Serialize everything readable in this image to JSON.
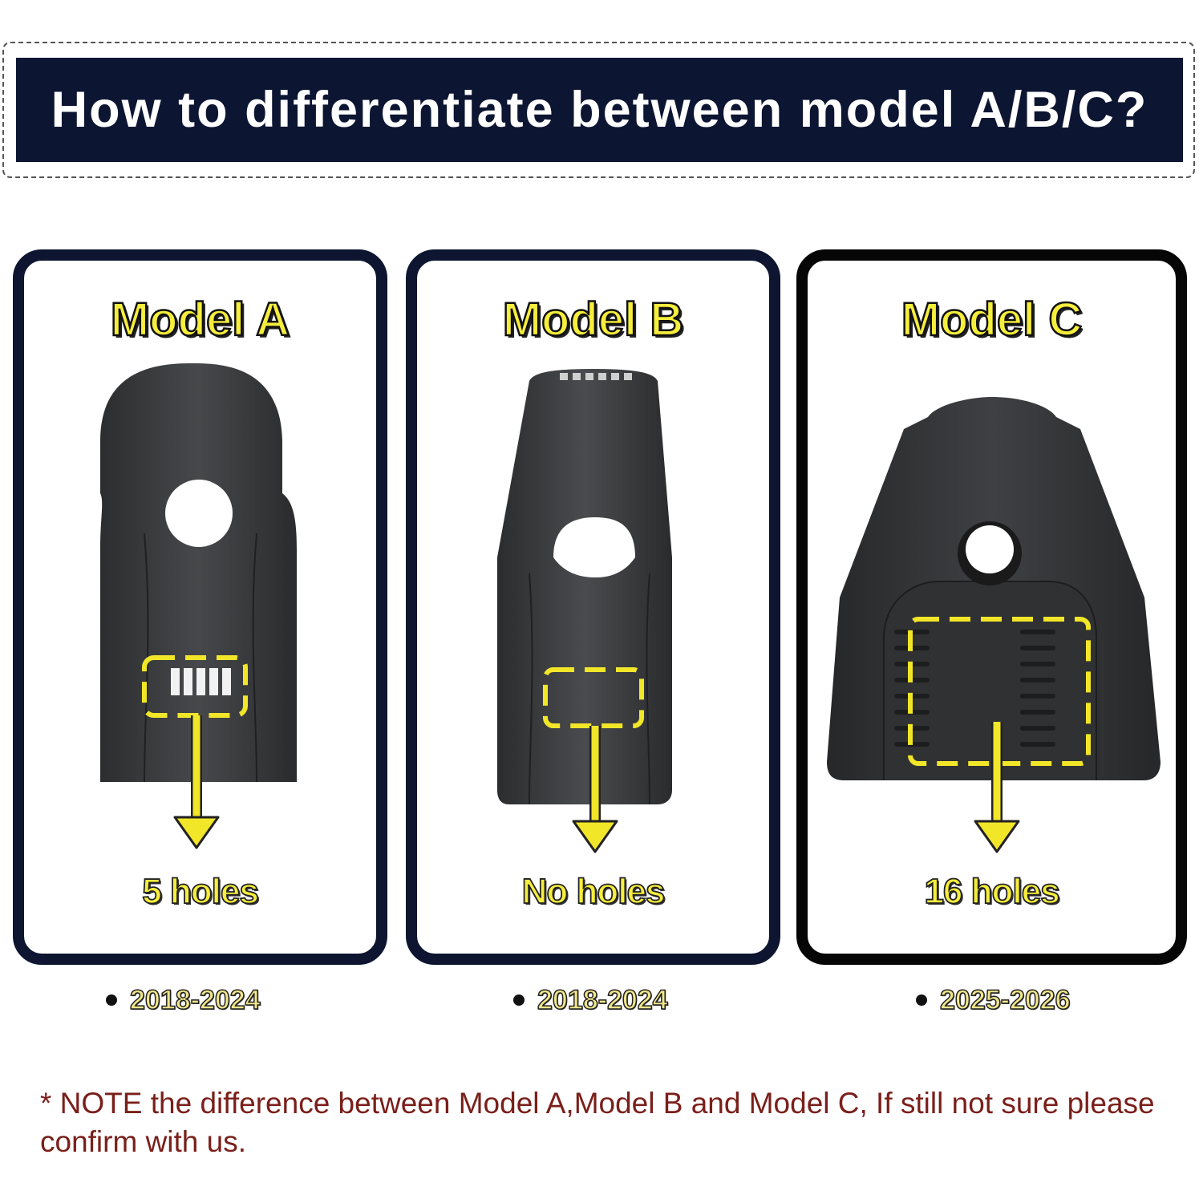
{
  "header": {
    "title": "How to differentiate between model A/B/C?"
  },
  "models": [
    {
      "title": "Model A",
      "label": "5 holes",
      "years": "2018-2024"
    },
    {
      "title": "Model B",
      "label": "No holes",
      "years": "2018-2024"
    },
    {
      "title": "Model C",
      "label": "16 holes",
      "years": "2025-2026"
    }
  ],
  "note": {
    "text": "* NOTE the difference between Model A,Model B and Model C, If still not sure please confirm with us."
  },
  "colors": {
    "header_bg": "#0c1532",
    "highlight_yellow": "#f6ee3c",
    "note_text": "#7a1f1a",
    "device_body": "#3a3b3d"
  },
  "icons": {
    "bullet": "bullet-dot",
    "arrow": "arrow-down"
  }
}
